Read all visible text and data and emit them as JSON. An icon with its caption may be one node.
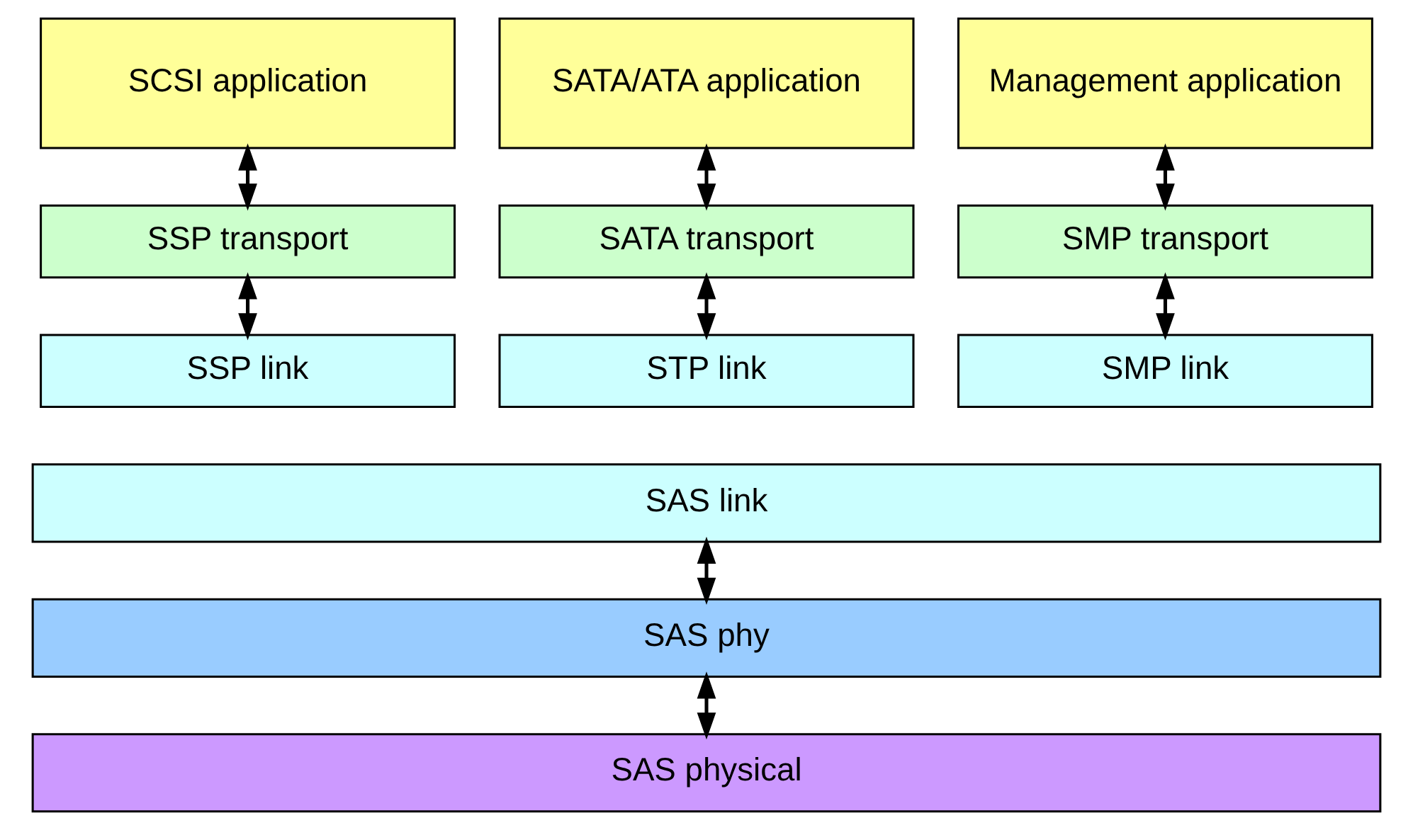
{
  "diagram": {
    "nodes": [
      {
        "text": [
          "SCSI application"
        ]
      },
      {
        "text": [
          "SATA/ATA application"
        ]
      },
      {
        "text": [
          "Management application"
        ]
      },
      {
        "text": [
          "SSP transport"
        ]
      },
      {
        "text": [
          "SATA transport"
        ]
      },
      {
        "text": [
          "SMP transport"
        ]
      },
      {
        "text": [
          "SSP link"
        ]
      },
      {
        "text": [
          "STP link"
        ]
      },
      {
        "text": [
          "SMP link"
        ]
      },
      {
        "text": [
          "SAS link"
        ]
      },
      {
        "text": [
          "SAS phy"
        ]
      },
      {
        "text": [
          "SAS physical"
        ]
      }
    ],
    "edges": [
      {
        "from": 0,
        "to": 3,
        "arrow": "both"
      },
      {
        "from": 1,
        "to": 4,
        "arrow": "both"
      },
      {
        "from": 2,
        "to": 5,
        "arrow": "both"
      },
      {
        "from": 3,
        "to": 6,
        "arrow": "both"
      },
      {
        "from": 4,
        "to": 7,
        "arrow": "both"
      },
      {
        "from": 5,
        "to": 8,
        "arrow": "both"
      },
      {
        "from": 9,
        "to": 10,
        "arrow": "both"
      },
      {
        "from": 10,
        "to": 11,
        "arrow": "both"
      }
    ]
  }
}
